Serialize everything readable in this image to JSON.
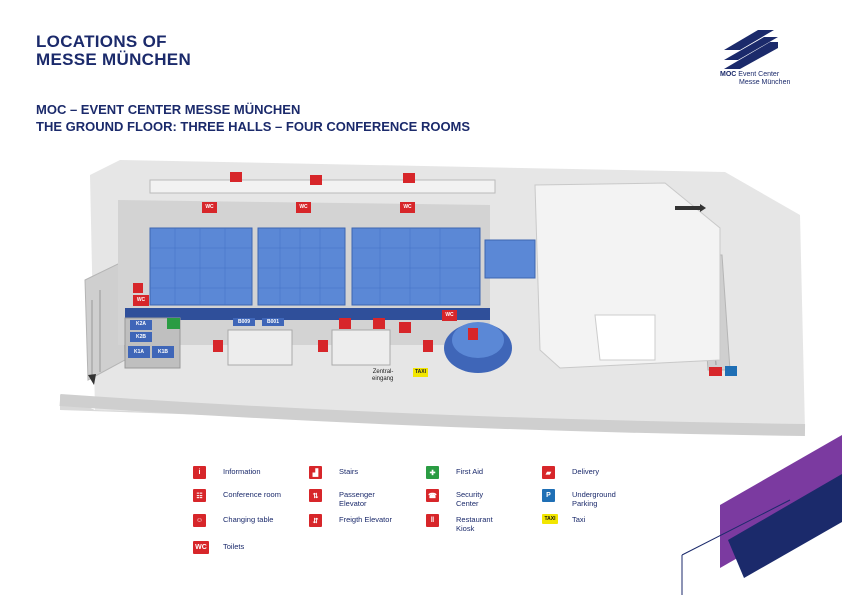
{
  "header": {
    "title_line1": "LOCATIONS OF",
    "title_line2": "MESSE MÜNCHEN",
    "subtitle_line1": "MOC – EVENT CENTER MESSE MÜNCHEN",
    "subtitle_line2": "THE GROUND FLOOR: THREE HALLS – FOUR CONFERENCE ROOMS"
  },
  "logo": {
    "brand": "MOC",
    "line1": "Event Center",
    "line2": "Messe München"
  },
  "map": {
    "entrance_line1": "Zentral-",
    "entrance_line2": "eingang",
    "taxi": "TAXI",
    "rooms": [
      "K2A",
      "K2B",
      "K1A",
      "K1B",
      "B009",
      "B001"
    ],
    "wc": "WC"
  },
  "legend": {
    "items": [
      {
        "label": "Information",
        "icon": "information-icon"
      },
      {
        "label": "Conference room",
        "icon": "conference-room-icon"
      },
      {
        "label": "Changing table",
        "icon": "changing-table-icon"
      },
      {
        "label": "Toilets",
        "icon": "toilets-icon",
        "glyph": "WC"
      },
      {
        "label": "Stairs",
        "icon": "stairs-icon"
      },
      {
        "label": "Passenger Elevator",
        "icon": "passenger-elevator-icon"
      },
      {
        "label": "Freigth Elevator",
        "icon": "freight-elevator-icon"
      },
      {
        "label": "First Aid",
        "icon": "first-aid-icon"
      },
      {
        "label": "Security Center",
        "icon": "security-center-icon"
      },
      {
        "label": "Restaurant Kiosk",
        "icon": "restaurant-kiosk-icon"
      },
      {
        "label": "Delivery",
        "icon": "delivery-icon"
      },
      {
        "label": "Underground Parking",
        "icon": "underground-parking-icon",
        "glyph": "P"
      },
      {
        "label": "Taxi",
        "icon": "taxi-icon",
        "glyph": "TAXI"
      }
    ]
  },
  "colors": {
    "navy": "#1b2a6b",
    "signal_red": "#d7262a",
    "hall_blue": "#5b88d6",
    "purple_accent": "#7b3aa0",
    "first_aid_green": "#2a9c43",
    "taxi_yellow": "#f2e600"
  }
}
